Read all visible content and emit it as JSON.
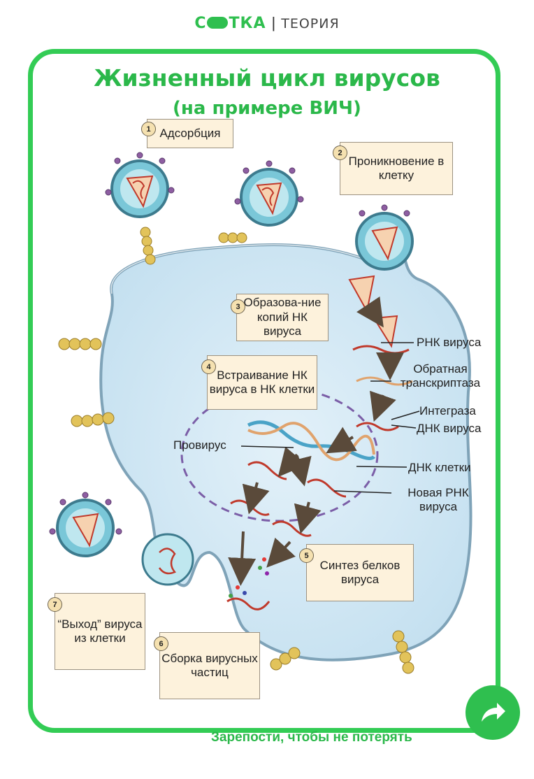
{
  "header": {
    "brand": "СОТКА",
    "section": "ТЕОРИЯ"
  },
  "title": {
    "line1": "Жизненный цикл вирусов",
    "line2": "(на примере ВИЧ)"
  },
  "steps": [
    {
      "n": "1",
      "text": "Адсорбция"
    },
    {
      "n": "2",
      "text": "Проникновение в клетку"
    },
    {
      "n": "3",
      "text": "Образова-ние копий НК вируса"
    },
    {
      "n": "4",
      "text": "Встраивание НК вируса в НК клетки"
    },
    {
      "n": "5",
      "text": "Синтез белков вируса"
    },
    {
      "n": "6",
      "text": "Сборка вирусных частиц"
    },
    {
      "n": "7",
      "text": "“Выход” вируса из клетки"
    }
  ],
  "labels": {
    "rna_virus": "РНК вируса",
    "reverse_transcriptase": "Обратная транскриптаза",
    "integrase": "Интеграза",
    "dna_virus": "ДНК вируса",
    "provirus": "Провирус",
    "dna_cell": "ДНК клетки",
    "new_rna": "Новая РНК вируса"
  },
  "footer": {
    "text": "Зарепости, чтобы не потерять"
  },
  "colors": {
    "accent": "#33cc55",
    "cell": "#cfe6f3",
    "box": "#fdf2dc",
    "rna": "#c0392b",
    "nucleus_outline": "#7b5ea7"
  }
}
